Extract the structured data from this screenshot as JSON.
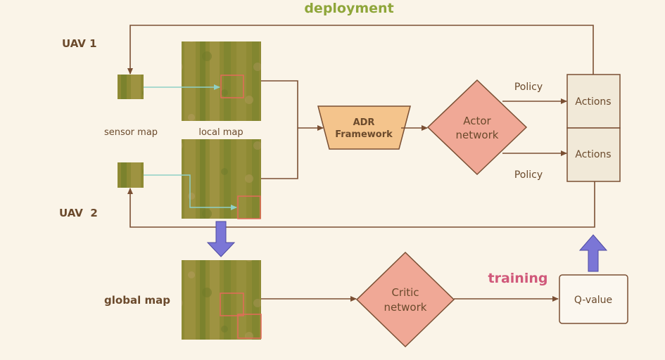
{
  "labels": {
    "deployment": "deployment",
    "uav1": "UAV 1",
    "uav2": "UAV  2",
    "sensor_map": "sensor map",
    "local_map": "local map",
    "global_map": "global map",
    "adr_line1": "ADR",
    "adr_line2": "Framework",
    "actor_line1": "Actor",
    "actor_line2": "network",
    "critic_line1": "Critic",
    "critic_line2": "network",
    "policy_top": "Policy",
    "policy_bottom": "Policy",
    "actions_top": "Actions",
    "actions_bottom": "Actions",
    "training": "training",
    "qvalue": "Q-value"
  },
  "colors": {
    "background": "#faf4e8",
    "line": "#7a4f33",
    "text": "#6b4a2c",
    "deployment": "#8fa63a",
    "training": "#d0587a",
    "adr_fill": "#f4c48c",
    "diamond_fill": "#f0a896",
    "purple_arrow": "#7b76d6",
    "teal_arrow": "#8fd0c6",
    "map_highlight": "#e46a5a",
    "terrain": "#8a8a2e"
  }
}
